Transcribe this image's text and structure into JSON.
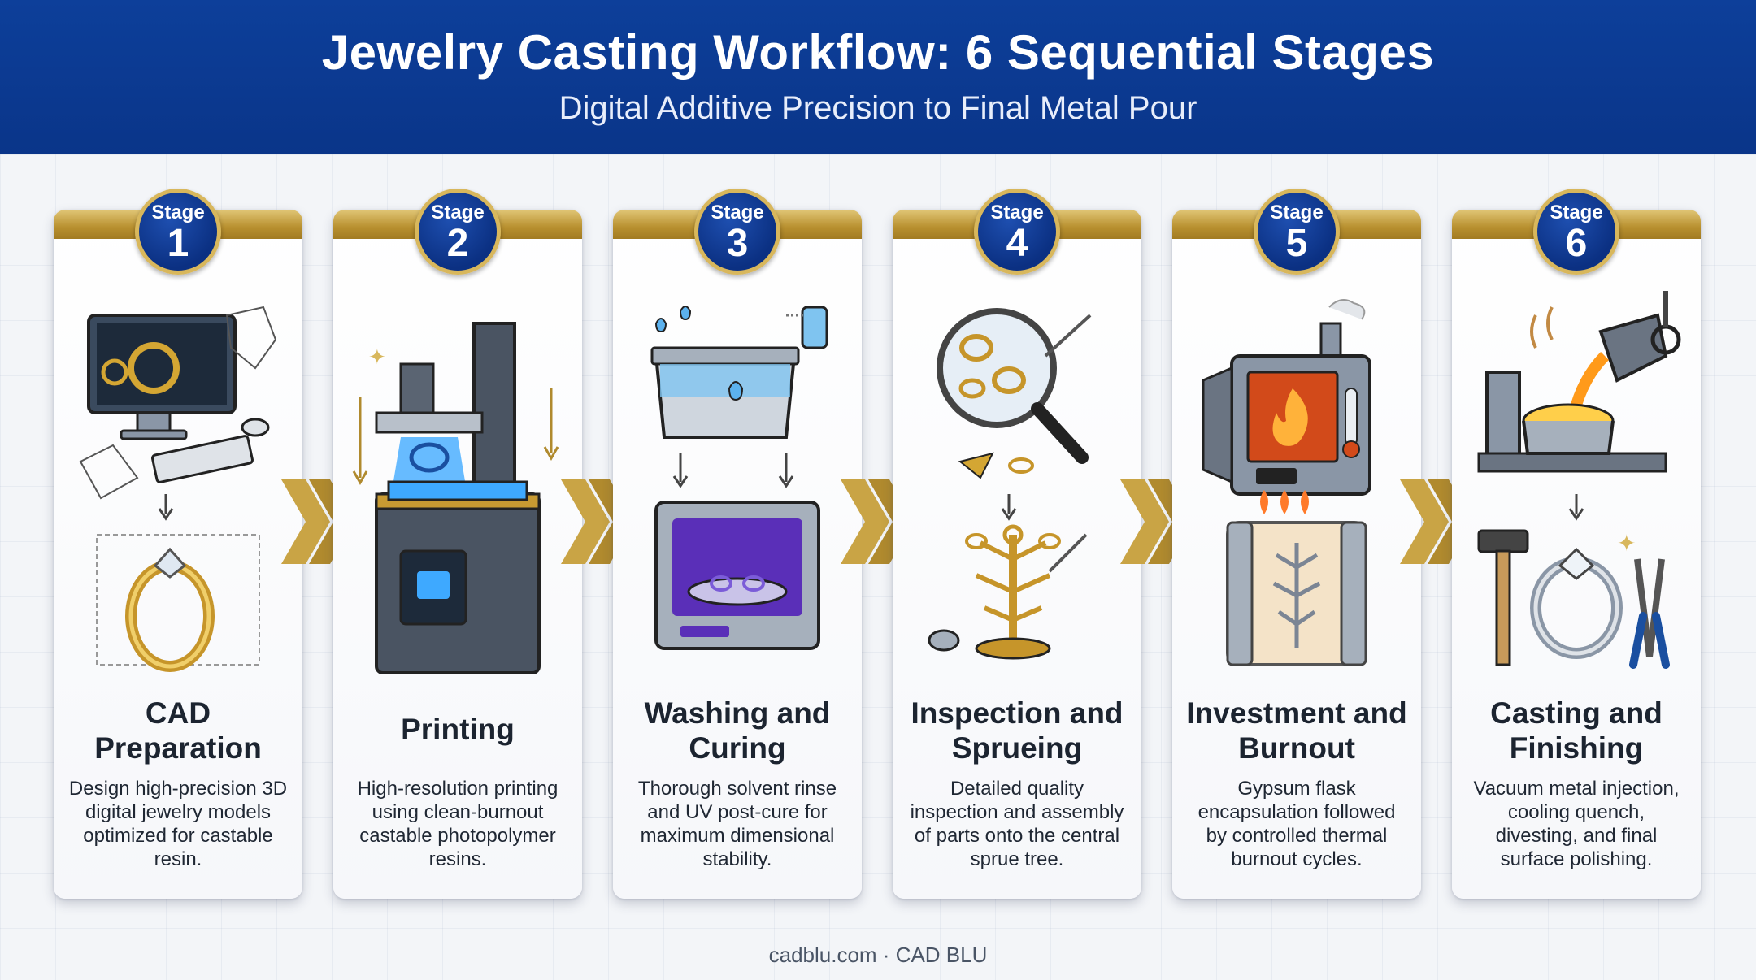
{
  "header": {
    "title": "Jewelry Casting Workflow: 6 Sequential Stages",
    "subtitle": "Digital Additive Precision to Final Metal Pour"
  },
  "stage_label": "Stage",
  "stages": [
    {
      "number": "1",
      "title": "CAD\nPreparation",
      "description": "Design high-precision 3D digital jewelry models optimized for castable resin."
    },
    {
      "number": "2",
      "title": "Printing",
      "description": "High-resolution printing using clean-burnout castable photopolymer resins."
    },
    {
      "number": "3",
      "title": "Washing and Curing",
      "description": "Thorough solvent rinse and UV post-cure for maximum dimensional stability."
    },
    {
      "number": "4",
      "title": "Inspection and Sprueing",
      "description": "Detailed quality inspection and assembly of parts onto the central sprue tree."
    },
    {
      "number": "5",
      "title": "Investment and Burnout",
      "description": "Gypsum flask encapsulation followed by controlled thermal burnout cycles."
    },
    {
      "number": "6",
      "title": "Casting and Finishing",
      "description": "Vacuum metal injection, cooling quench, divesting, and final surface polishing."
    }
  ],
  "footer": "cadblu.com · CAD BLU",
  "colors": {
    "header_blue": "#0b3a91",
    "gold": "#c9a445",
    "badge_blue": "#0b3082"
  }
}
